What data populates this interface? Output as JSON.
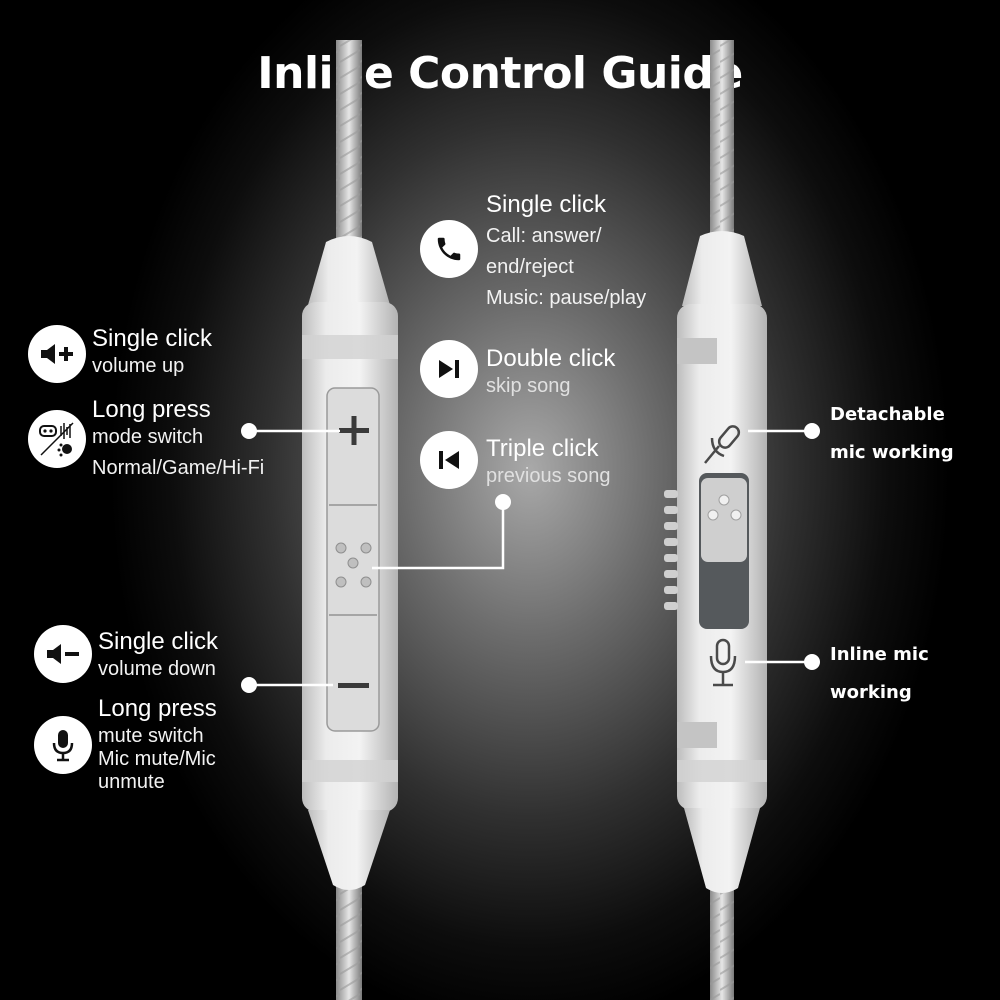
{
  "title": "Inline Control Guide",
  "left_controls": {
    "volume_up": {
      "head": "Single click",
      "sub": "volume up",
      "icon": "volume-up-icon"
    },
    "mode_switch": {
      "head": "Long press",
      "sub1": "mode switch",
      "sub2": "Normal/Game/Hi-Fi",
      "icon": "mode-switch-icon"
    },
    "volume_down": {
      "head": "Single click",
      "sub": "volume down",
      "icon": "volume-down-icon"
    },
    "mute": {
      "head": "Long press",
      "sub1": "mute switch",
      "sub2": "Mic mute/Mic",
      "sub3": "unmute",
      "icon": "microphone-icon"
    }
  },
  "center_controls": {
    "call": {
      "head": "Single click",
      "sub1": "Call: answer/",
      "sub2": "end/reject",
      "sub3": "Music: pause/play",
      "icon": "phone-icon"
    },
    "next": {
      "head": "Double click",
      "sub": "skip song",
      "icon": "skip-next-icon"
    },
    "previous": {
      "head": "Triple click",
      "sub": "previous song",
      "icon": "skip-previous-icon"
    }
  },
  "right_controls": {
    "detachable_mic": {
      "line1": "Detachable",
      "line2": "mic working",
      "icon": "boom-mic-icon"
    },
    "inline_mic": {
      "line1": "Inline mic",
      "line2": "working",
      "icon": "inline-mic-icon"
    }
  },
  "colors": {
    "background": "#000000",
    "text": "#ffffff",
    "remote_body": "#e4e4e4",
    "slider_dark": "#55595c"
  }
}
